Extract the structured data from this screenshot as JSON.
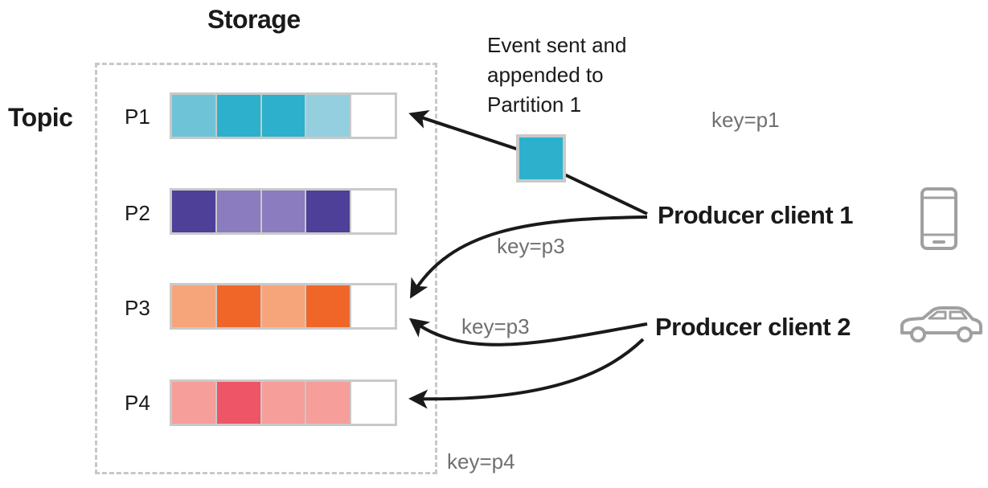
{
  "storage": {
    "title": "Storage"
  },
  "topic": {
    "label": "Topic"
  },
  "partitions": [
    {
      "label": "P1",
      "cells": [
        "#6fc3d6",
        "#2cb0cb",
        "#2cb0cb",
        "#94cfe0",
        "#ffffff"
      ]
    },
    {
      "label": "P2",
      "cells": [
        "#4e3f98",
        "#8a7cbf",
        "#8a7cbf",
        "#4e3f98",
        "#ffffff"
      ]
    },
    {
      "label": "P3",
      "cells": [
        "#f6a57a",
        "#f06629",
        "#f6a57a",
        "#f06629",
        "#ffffff"
      ]
    },
    {
      "label": "P4",
      "cells": [
        "#f59e9a",
        "#ee5566",
        "#f59e9a",
        "#f59e9a",
        "#ffffff"
      ]
    }
  ],
  "event": {
    "text": "Event sent and appended to Partition 1",
    "color": "#2cb0cb"
  },
  "keys": {
    "p1": "key=p1",
    "p3_upper": "key=p3",
    "p3_lower": "key=p3",
    "p4": "key=p4"
  },
  "producers": [
    {
      "label": "Producer client 1",
      "icon": "phone-icon"
    },
    {
      "label": "Producer client 2",
      "icon": "car-icon"
    }
  ]
}
